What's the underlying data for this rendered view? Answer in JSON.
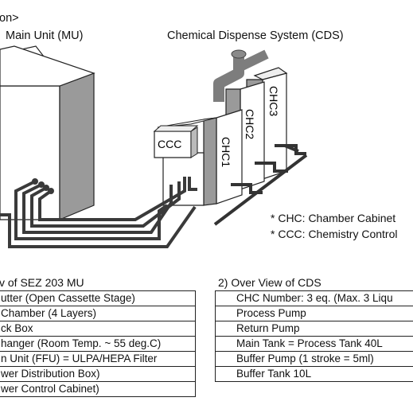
{
  "header": {
    "top_left_fragment": "on>"
  },
  "diagram": {
    "main_unit_title": "Main Unit (MU)",
    "cds_title": "Chemical Dispense System (CDS)",
    "box_ccc": "CCC",
    "box_chc1": "CHC1",
    "box_chc2": "CHC2",
    "box_chc3": "CHC3",
    "note_chc": "* CHC: Chamber Cabinet",
    "note_ccc": "* CCC: Chemistry Control"
  },
  "section_mu": {
    "heading": "v of SEZ 203 MU",
    "items": [
      "utter (Open Cassette Stage)",
      "Chamber (4 Layers)",
      "ck Box",
      "hanger (Room Temp. ~ 55 deg.C)",
      "n Unit (FFU) = ULPA/HEPA Filter",
      "wer Distribution Box)",
      "wer Control Cabinet)"
    ]
  },
  "section_cds": {
    "heading": "2) Over View of CDS",
    "items": [
      "CHC Number: 3 eq. (Max. 3 Liqu",
      "Process Pump",
      "Return Pump",
      "Main Tank = Process Tank 40L",
      "Buffer Pump (1 stroke = 5ml)",
      "Buffer Tank 10L"
    ]
  }
}
